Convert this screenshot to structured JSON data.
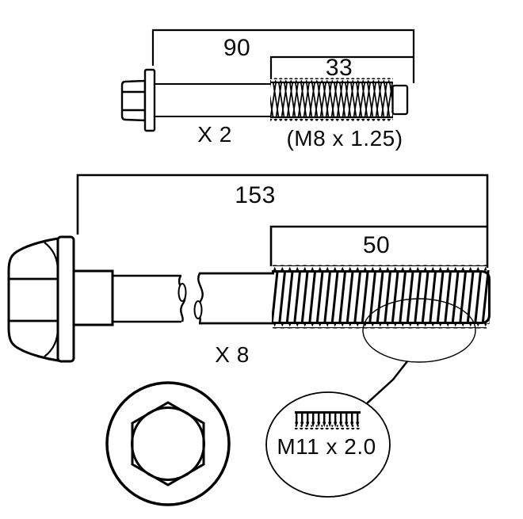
{
  "drawing": {
    "ink_color": "#000000",
    "background_color": "#ffffff"
  },
  "small_bolt": {
    "overall_length": "90",
    "thread_length": "33",
    "quantity": "X 2",
    "thread_spec": "(M8 x 1.25)"
  },
  "large_bolt": {
    "overall_length": "153",
    "thread_length": "50",
    "quantity": "X 8"
  },
  "thread_detail": {
    "spec": "M11 x 2.0"
  }
}
